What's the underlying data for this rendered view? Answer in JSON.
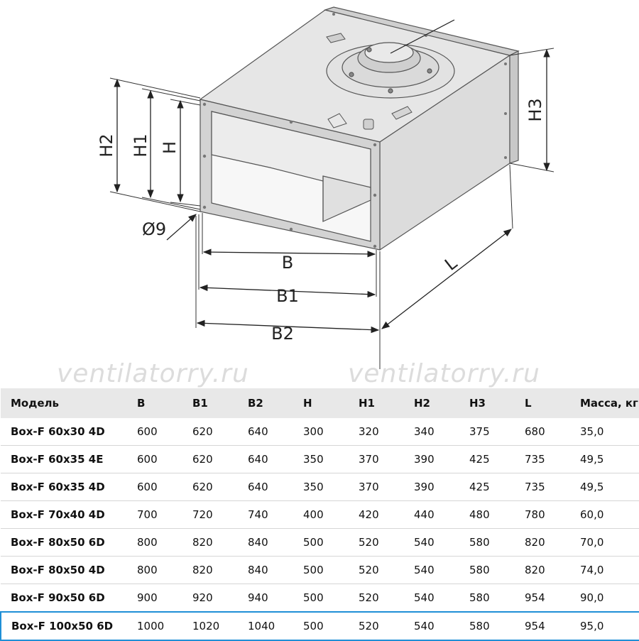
{
  "watermark": "ventilatorry.ru",
  "dimensions": {
    "h2": "H2",
    "h1": "H1",
    "h": "H",
    "h3": "H3",
    "b": "B",
    "b1": "B1",
    "b2": "B2",
    "l": "L",
    "hole": "Ø9"
  },
  "table": {
    "headers": [
      "Модель",
      "B",
      "B1",
      "B2",
      "H",
      "H1",
      "H2",
      "H3",
      "L",
      "Масса, кг"
    ],
    "rows": [
      [
        "Box-F 60x30 4D",
        "600",
        "620",
        "640",
        "300",
        "320",
        "340",
        "375",
        "680",
        "35,0"
      ],
      [
        "Box-F 60x35 4E",
        "600",
        "620",
        "640",
        "350",
        "370",
        "390",
        "425",
        "735",
        "49,5"
      ],
      [
        "Box-F 60x35 4D",
        "600",
        "620",
        "640",
        "350",
        "370",
        "390",
        "425",
        "735",
        "49,5"
      ],
      [
        "Box-F 70x40 4D",
        "700",
        "720",
        "740",
        "400",
        "420",
        "440",
        "480",
        "780",
        "60,0"
      ],
      [
        "Box-F 80x50 6D",
        "800",
        "820",
        "840",
        "500",
        "520",
        "540",
        "580",
        "820",
        "70,0"
      ],
      [
        "Box-F 80x50 4D",
        "800",
        "820",
        "840",
        "500",
        "520",
        "540",
        "580",
        "820",
        "74,0"
      ],
      [
        "Box-F 90x50 6D",
        "900",
        "920",
        "940",
        "500",
        "520",
        "540",
        "580",
        "954",
        "90,0"
      ],
      [
        "Box-F 100x50 6D",
        "1000",
        "1020",
        "1040",
        "500",
        "520",
        "540",
        "580",
        "954",
        "95,0"
      ]
    ],
    "highlight_row": 7,
    "highlight_color": "#1f8fd6"
  }
}
